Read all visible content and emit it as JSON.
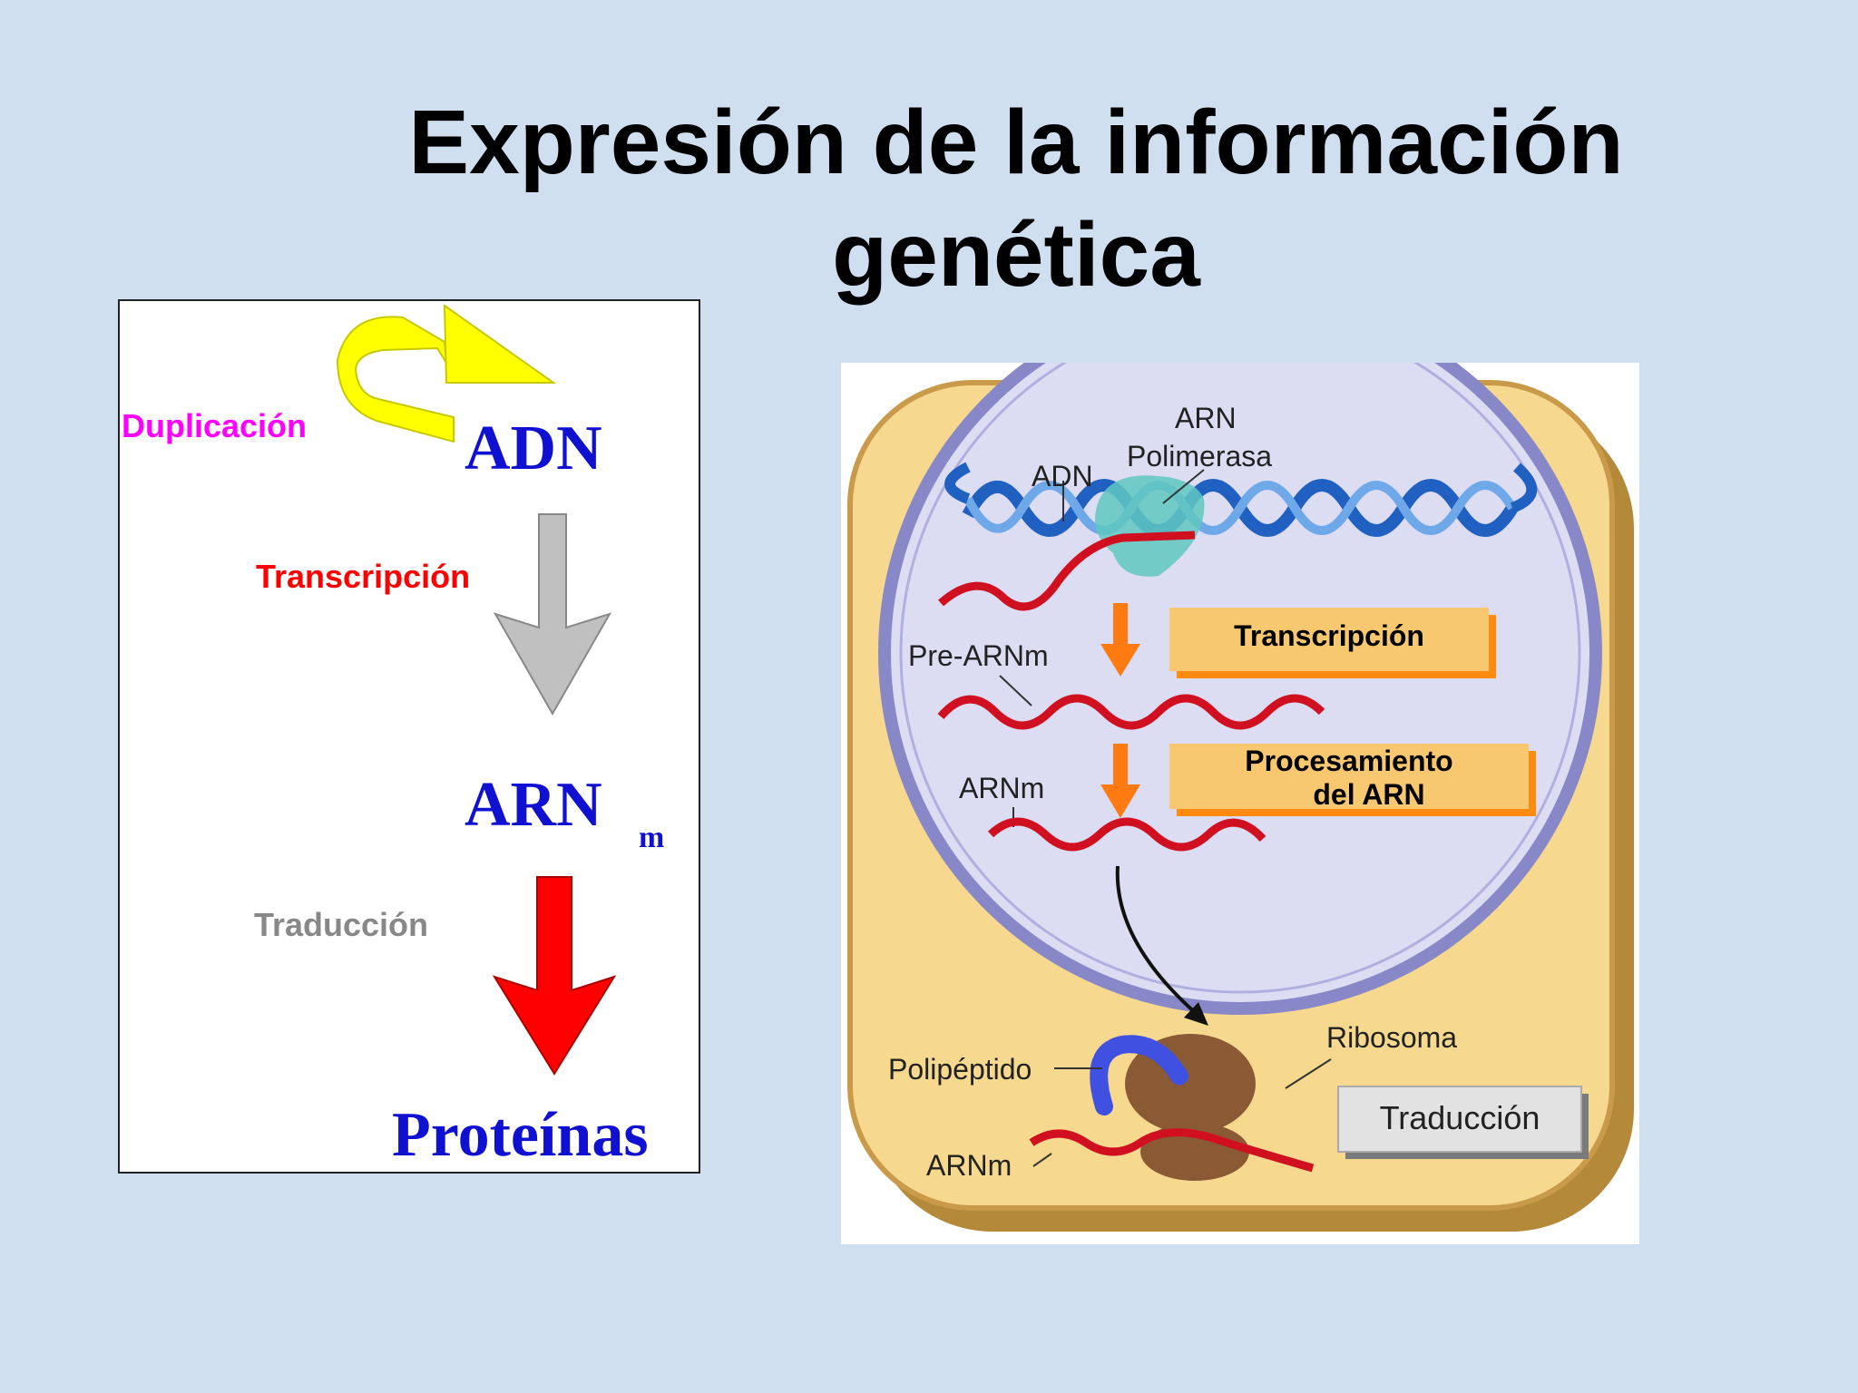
{
  "title": {
    "line1": "Expresión de la información",
    "line2": "genética"
  },
  "left_diagram": {
    "duplication_label": "Duplicación",
    "adn": "ADN",
    "transcription_label": "Transcripción",
    "arn": "ARN",
    "arn_subscript": "m",
    "translation_label": "Traducción",
    "proteins": "Proteínas",
    "colors": {
      "duplication": "#ff00ff",
      "transcription": "#ff0000",
      "translation": "#888888",
      "molecules": "#1010d0",
      "yellow_arrow": "#ffff00",
      "gray_arrow": "#c0c0c0",
      "red_arrow": "#ff0000"
    }
  },
  "right_diagram": {
    "arn_polimerasa_line1": "ARN",
    "arn_polimerasa_line2": "Polimerasa",
    "adn": "ADN",
    "transcripcion_box": "Transcripción",
    "pre_arnm": "Pre-ARNm",
    "procesamiento_line1": "Procesamiento",
    "procesamiento_line2": "del ARN",
    "arnm_nucleus": "ARNm",
    "ribosoma": "Ribosoma",
    "polipeptido": "Polipéptido",
    "traduccion_box": "Traducción",
    "arnm_cytoplasm": "ARNm",
    "colors": {
      "cytoplasm": "#f6d98e",
      "nucleus": "#dcdcf2",
      "membrane": "#9a9ad0",
      "rna": "#d01020",
      "dna": "#2060c0",
      "label_box": "#f8c870",
      "orange_arrow": "#ff7a10",
      "ribosome": "#8a5a35",
      "polypeptide": "#4050e0"
    }
  }
}
